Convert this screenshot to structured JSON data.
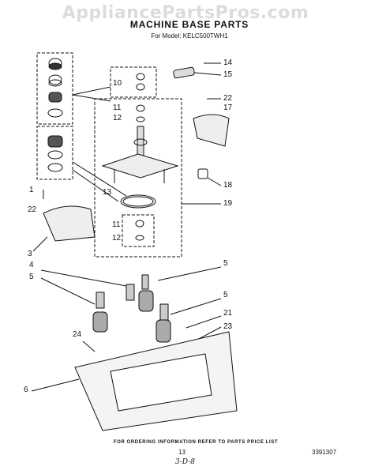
{
  "watermark": "AppliancePartsPros.com",
  "title": "MACHINE BASE PARTS",
  "subtitle": "For Model: KELC500TWH1",
  "callouts": {
    "c14": "14",
    "c15": "15",
    "c10": "10",
    "c22a": "22",
    "c17": "17",
    "c11a": "11",
    "c12a": "12",
    "c18": "18",
    "c1": "1",
    "c13": "13",
    "c19": "19",
    "c22b": "22",
    "c11b": "11",
    "c12b": "12",
    "c3": "3",
    "c4": "4",
    "c5a": "5",
    "c5b": "5",
    "c5c": "5",
    "c21": "21",
    "c23": "23",
    "c24": "24",
    "c6": "6"
  },
  "footer": {
    "ordering_note": "FOR ORDERING INFORMATION REFER TO PARTS PRICE LIST",
    "page_number": "13",
    "document_number": "3391307",
    "handwritten_mark": "3-D-8"
  }
}
